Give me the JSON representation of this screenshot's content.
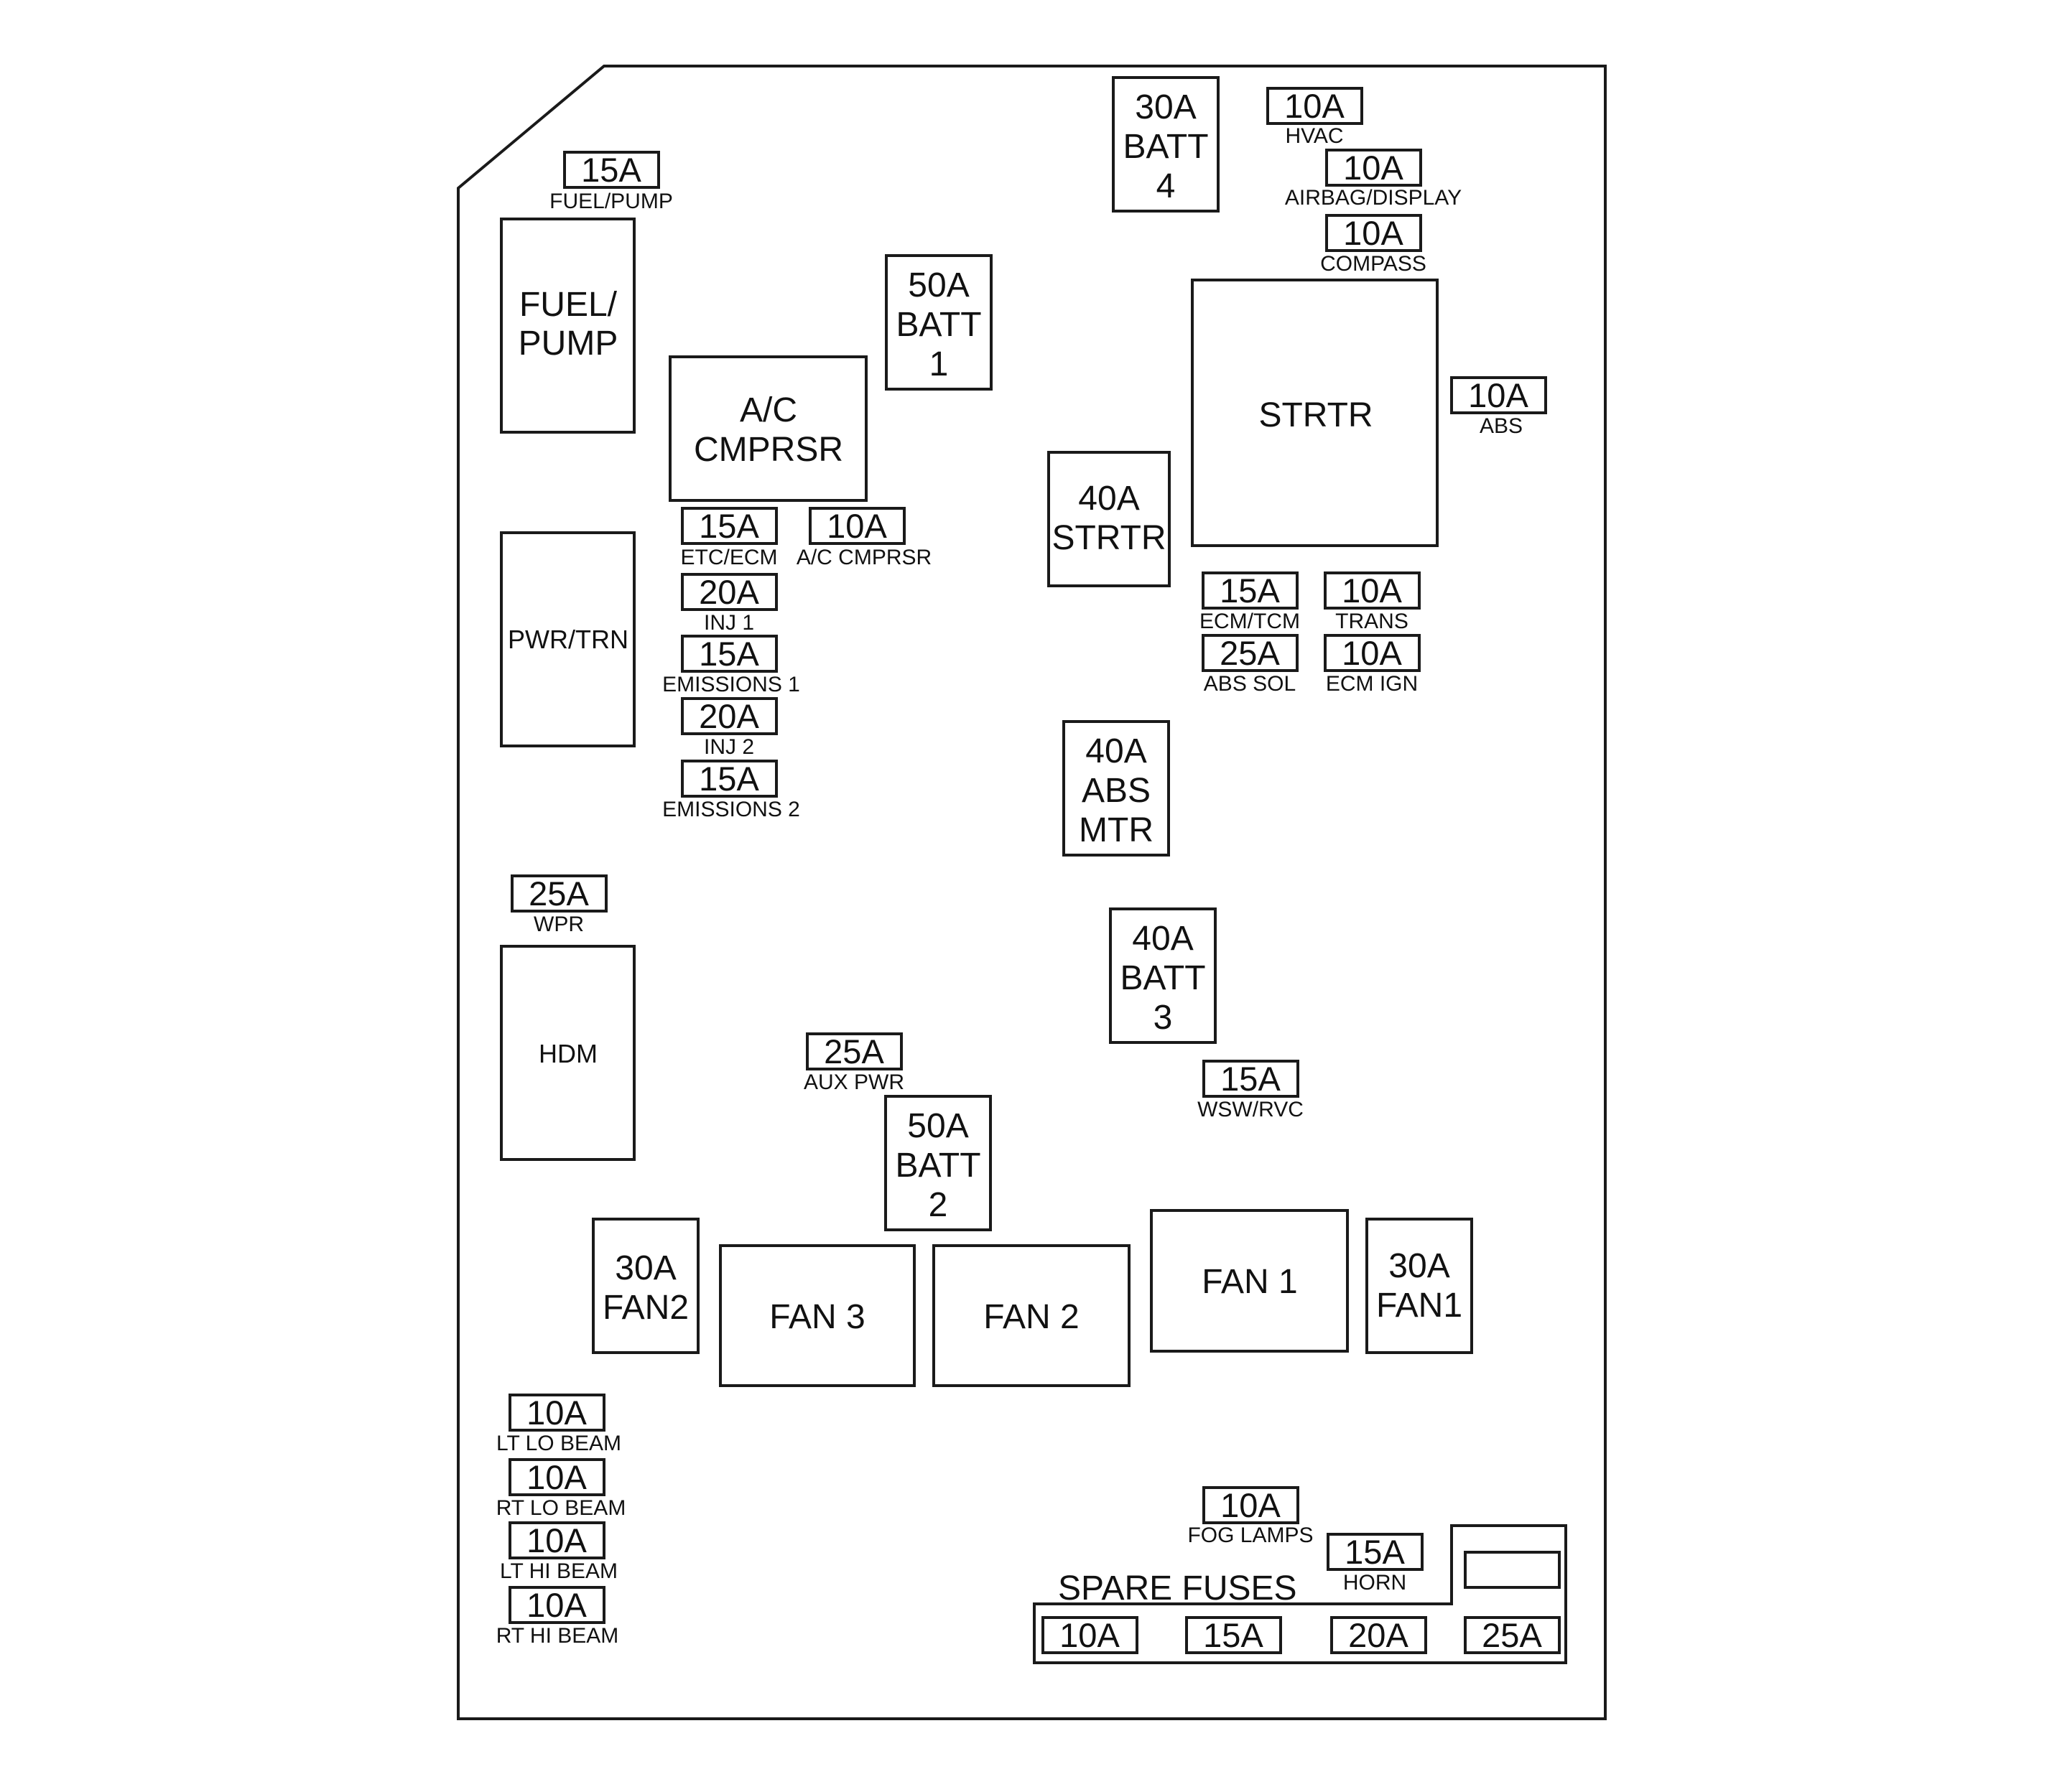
{
  "colors": {
    "line": "#1a1a1a",
    "background": "#ffffff"
  },
  "blocks": {
    "fuel_pump_relay": [
      "FUEL/",
      "PUMP"
    ],
    "pwr_trn_relay": [
      "PWR/TRN"
    ],
    "hdm_relay": [
      "HDM"
    ],
    "ac_cmprsr_relay": [
      "A/C",
      "CMPRSR"
    ],
    "strtr_relay": [
      "STRTR"
    ],
    "fan3_relay": [
      "FAN 3"
    ],
    "fan2_relay": [
      "FAN 2"
    ],
    "fan1_relay": [
      "FAN 1"
    ],
    "batt1": [
      "50A",
      "BATT",
      "1"
    ],
    "batt4": [
      "30A",
      "BATT",
      "4"
    ],
    "strtr40": [
      "40A",
      "STRTR"
    ],
    "abs_mtr": [
      "40A",
      "ABS",
      "MTR"
    ],
    "batt3": [
      "40A",
      "BATT",
      "3"
    ],
    "batt2": [
      "50A",
      "BATT",
      "2"
    ],
    "fan2_fuse": [
      "30A",
      "FAN2"
    ],
    "fan1_fuse": [
      "30A",
      "FAN1"
    ]
  },
  "fuses": {
    "fuel_pump": {
      "amp": "15A",
      "label": "FUEL/PUMP"
    },
    "hvac": {
      "amp": "10A",
      "label": "HVAC"
    },
    "airbag": {
      "amp": "10A",
      "label": "AIRBAG/DISPLAY"
    },
    "compass": {
      "amp": "10A",
      "label": "COMPASS"
    },
    "abs": {
      "amp": "10A",
      "label": "ABS"
    },
    "etc_ecm": {
      "amp": "15A",
      "label": "ETC/ECM"
    },
    "ac_cmprsr": {
      "amp": "10A",
      "label": "A/C CMPRSR"
    },
    "inj1": {
      "amp": "20A",
      "label": "INJ 1"
    },
    "emissions1": {
      "amp": "15A",
      "label": "EMISSIONS 1"
    },
    "inj2": {
      "amp": "20A",
      "label": "INJ 2"
    },
    "emissions2": {
      "amp": "15A",
      "label": "EMISSIONS 2"
    },
    "ecm_tcm": {
      "amp": "15A",
      "label": "ECM/TCM"
    },
    "trans": {
      "amp": "10A",
      "label": "TRANS"
    },
    "abs_sol": {
      "amp": "25A",
      "label": "ABS SOL"
    },
    "ecm_ign": {
      "amp": "10A",
      "label": "ECM IGN"
    },
    "wpr": {
      "amp": "25A",
      "label": "WPR"
    },
    "aux_pwr": {
      "amp": "25A",
      "label": "AUX PWR"
    },
    "wsw_rvc": {
      "amp": "15A",
      "label": "WSW/RVC"
    },
    "lt_lo": {
      "amp": "10A",
      "label": "LT LO BEAM"
    },
    "rt_lo": {
      "amp": "10A",
      "label": "RT LO BEAM"
    },
    "lt_hi": {
      "amp": "10A",
      "label": "LT HI BEAM"
    },
    "rt_hi": {
      "amp": "10A",
      "label": "RT HI BEAM"
    },
    "fog": {
      "amp": "10A",
      "label": "FOG LAMPS"
    },
    "horn": {
      "amp": "15A",
      "label": "HORN"
    }
  },
  "spare": {
    "title": "SPARE FUSES",
    "fuses": [
      "10A",
      "15A",
      "20A",
      "25A"
    ]
  }
}
